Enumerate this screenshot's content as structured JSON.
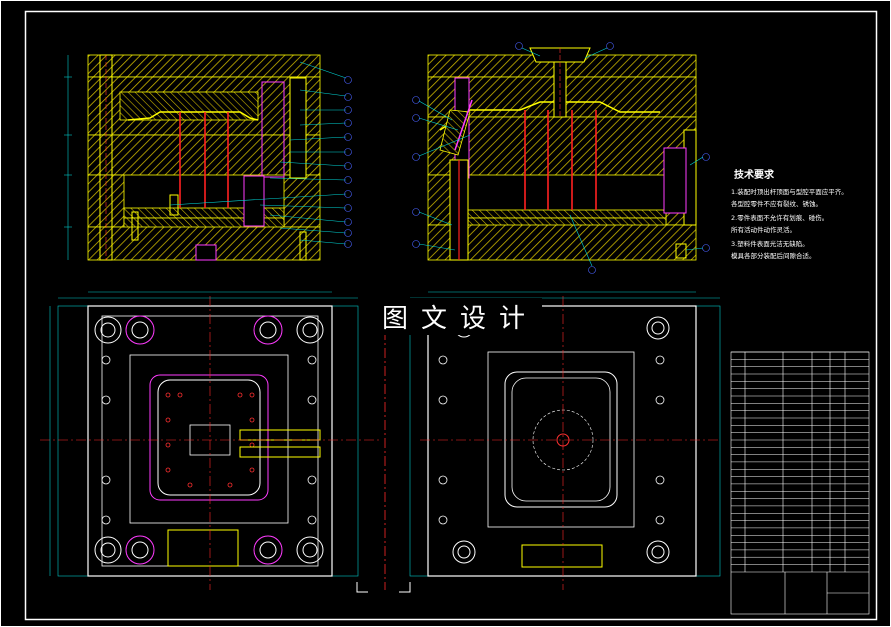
{
  "watermark": "图文设计",
  "tech": {
    "heading": "技术要求",
    "lines": [
      "1.装配时顶出杆顶面与型腔平面应平齐。",
      "  各型腔零件不应有裂纹、锈蚀。",
      "2.零件表面不允许有划痕、碰伤。",
      "  所有活动件动作灵活。",
      "3.塑料件表面光洁无缺陷。",
      "  模具各部分装配后间隙合适。"
    ]
  },
  "colors": {
    "bg": "#000000",
    "frame": "#ffffff",
    "hatch": "#d8c400",
    "part": "#ffff00",
    "red": "#ff2020",
    "magenta": "#ff3cff",
    "cyan": "#00d8d8",
    "green": "#30ff30",
    "blue": "#4a62ff",
    "center": "#ff2a2a",
    "dim": "#00c8c8"
  }
}
